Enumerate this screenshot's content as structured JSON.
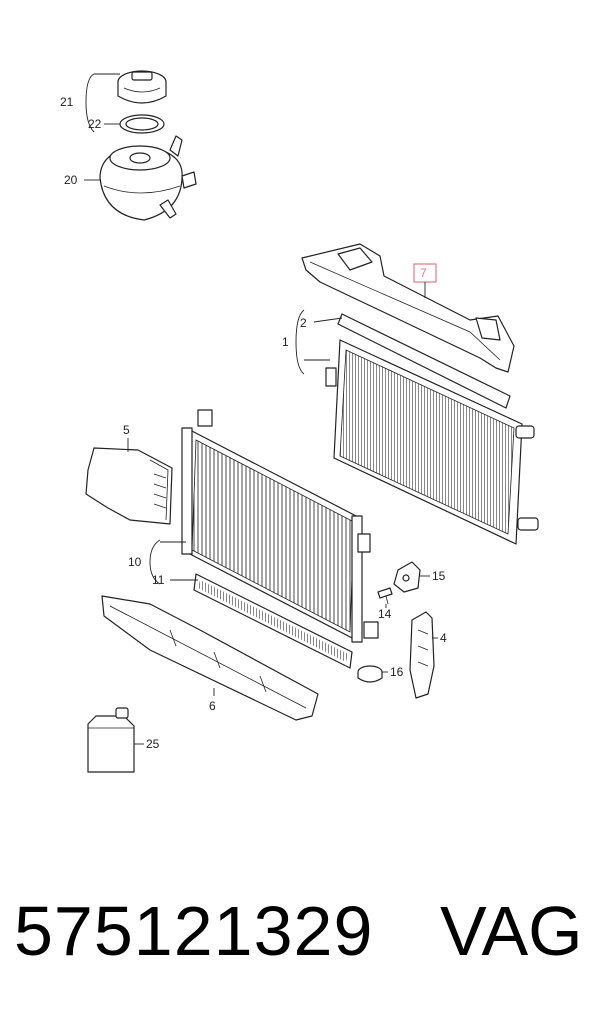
{
  "footer": {
    "part_number": "575121329",
    "brand": "VAG"
  },
  "callouts": [
    "21",
    "22",
    "20",
    "7",
    "2",
    "1",
    "5",
    "10",
    "11",
    "15",
    "14",
    "4",
    "16",
    "6",
    "25"
  ],
  "highlight_color": "#e27a8a"
}
